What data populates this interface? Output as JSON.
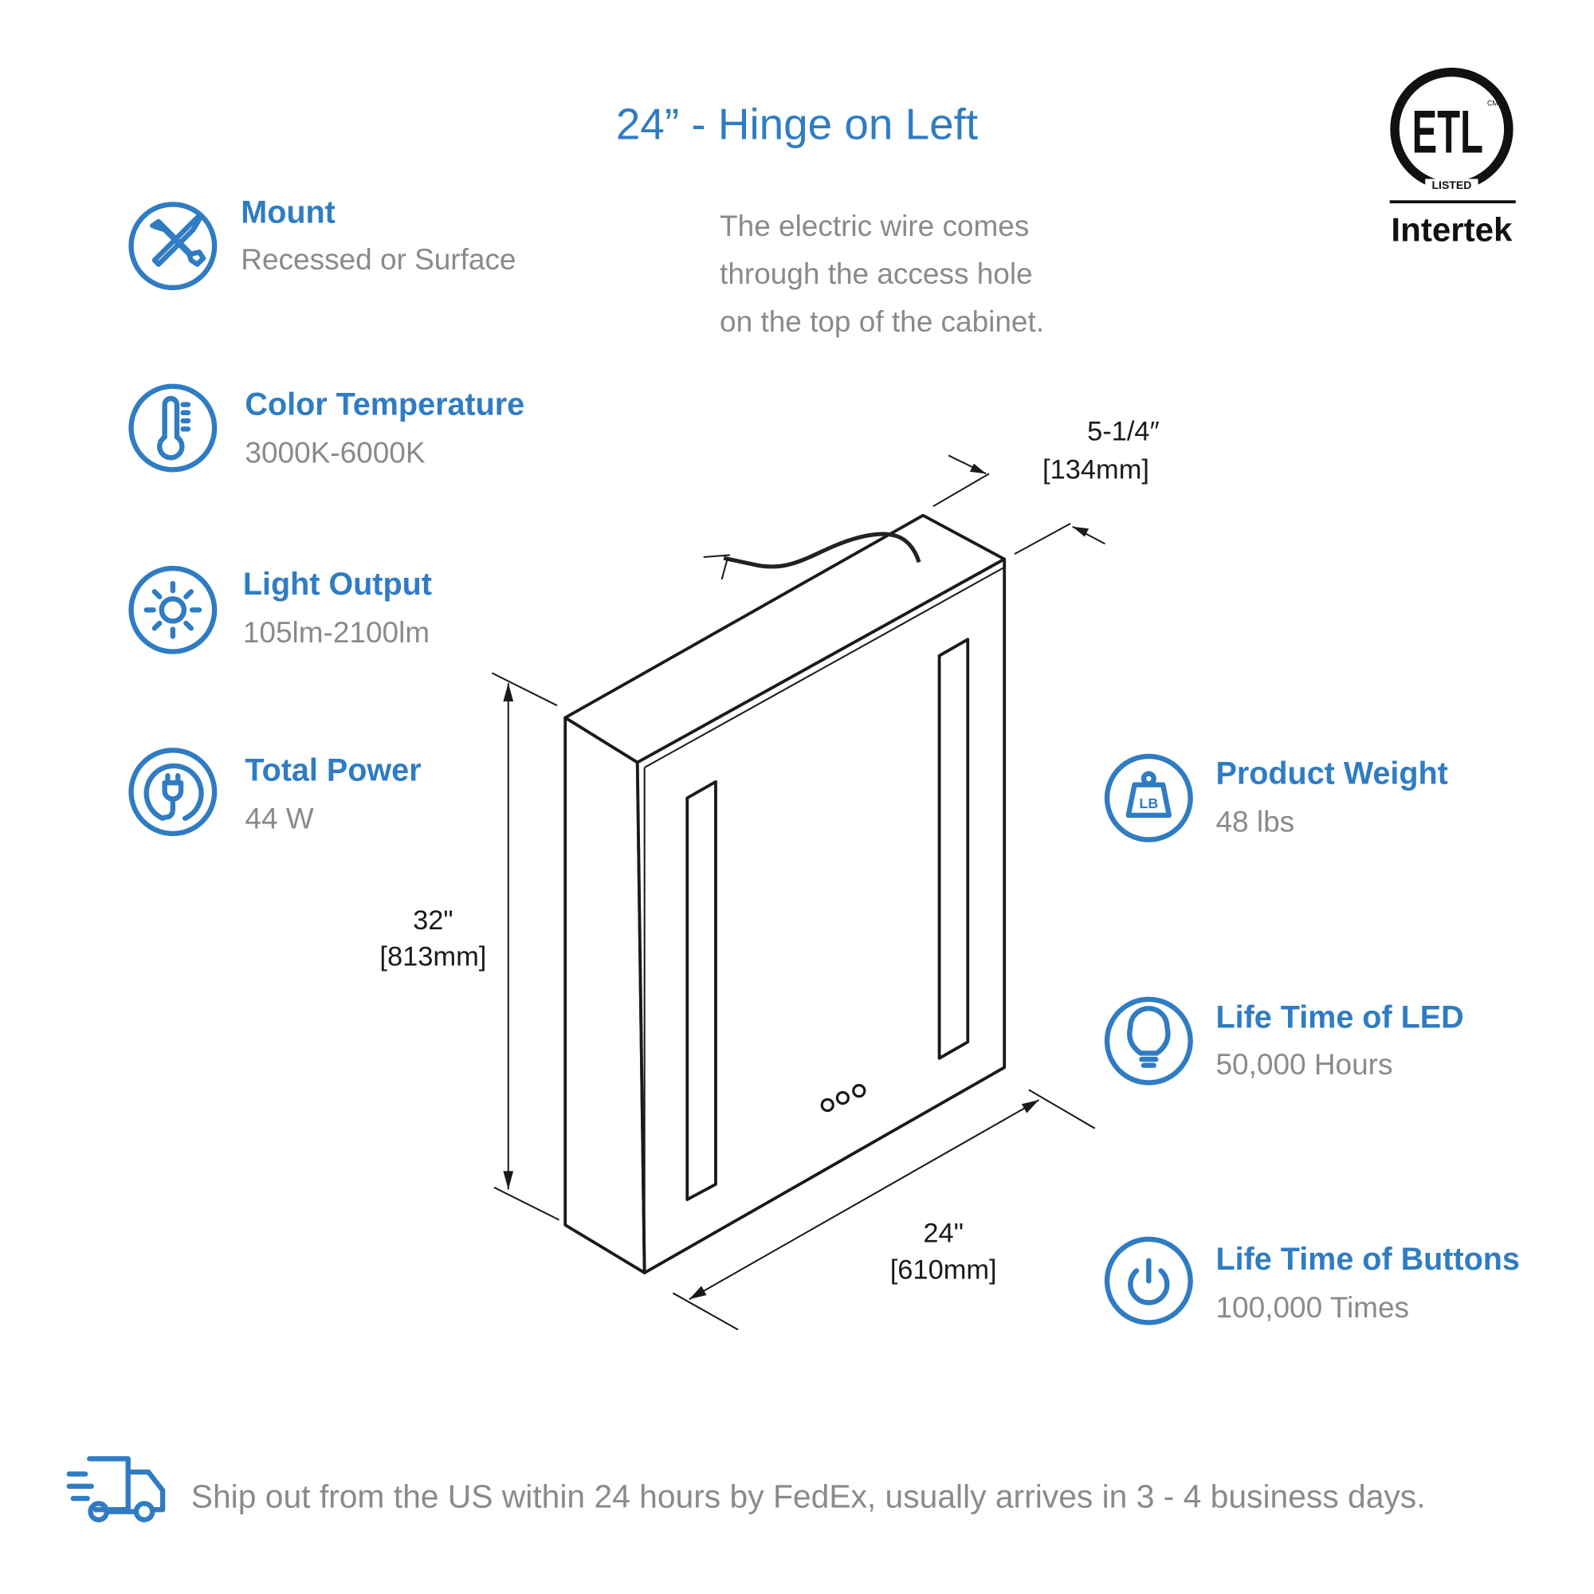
{
  "title": "24” - Hinge on Left",
  "wire_note": [
    "The electric wire comes",
    "through the access hole",
    "on the top of the cabinet."
  ],
  "certification": {
    "logo_text": "ETL LISTED CM",
    "brand": "Intertek"
  },
  "specs_left": [
    {
      "icon": "tools-icon",
      "label": "Mount",
      "value": "Recessed or Surface"
    },
    {
      "icon": "thermometer-icon",
      "label": "Color Temperature",
      "value": "3000K-6000K"
    },
    {
      "icon": "sun-icon",
      "label": "Light Output",
      "value": "105lm-2100lm"
    },
    {
      "icon": "plug-icon",
      "label": "Total Power",
      "value": "44 W"
    }
  ],
  "specs_right": [
    {
      "icon": "weight-icon",
      "label": "Product Weight",
      "value": "48 lbs",
      "icon_text": "LB"
    },
    {
      "icon": "bulb-icon",
      "label": "Life Time of LED",
      "value": "50,000 Hours"
    },
    {
      "icon": "power-icon",
      "label": "Life Time of Buttons",
      "value": "100,000 Times"
    }
  ],
  "dimensions": {
    "depth": {
      "in": "5-1/4″",
      "mm": "[134mm]"
    },
    "height": {
      "in": "32\"",
      "mm": "[813mm]"
    },
    "width": {
      "in": "24\"",
      "mm": "[610mm]"
    }
  },
  "shipping": {
    "icon": "delivery-truck-icon",
    "text": "Ship out from the US within 24 hours by FedEx, usually arrives in 3 - 4 business days."
  },
  "colors": {
    "accent": "#2f7cc3",
    "text_gray": "#8a8a8a"
  }
}
